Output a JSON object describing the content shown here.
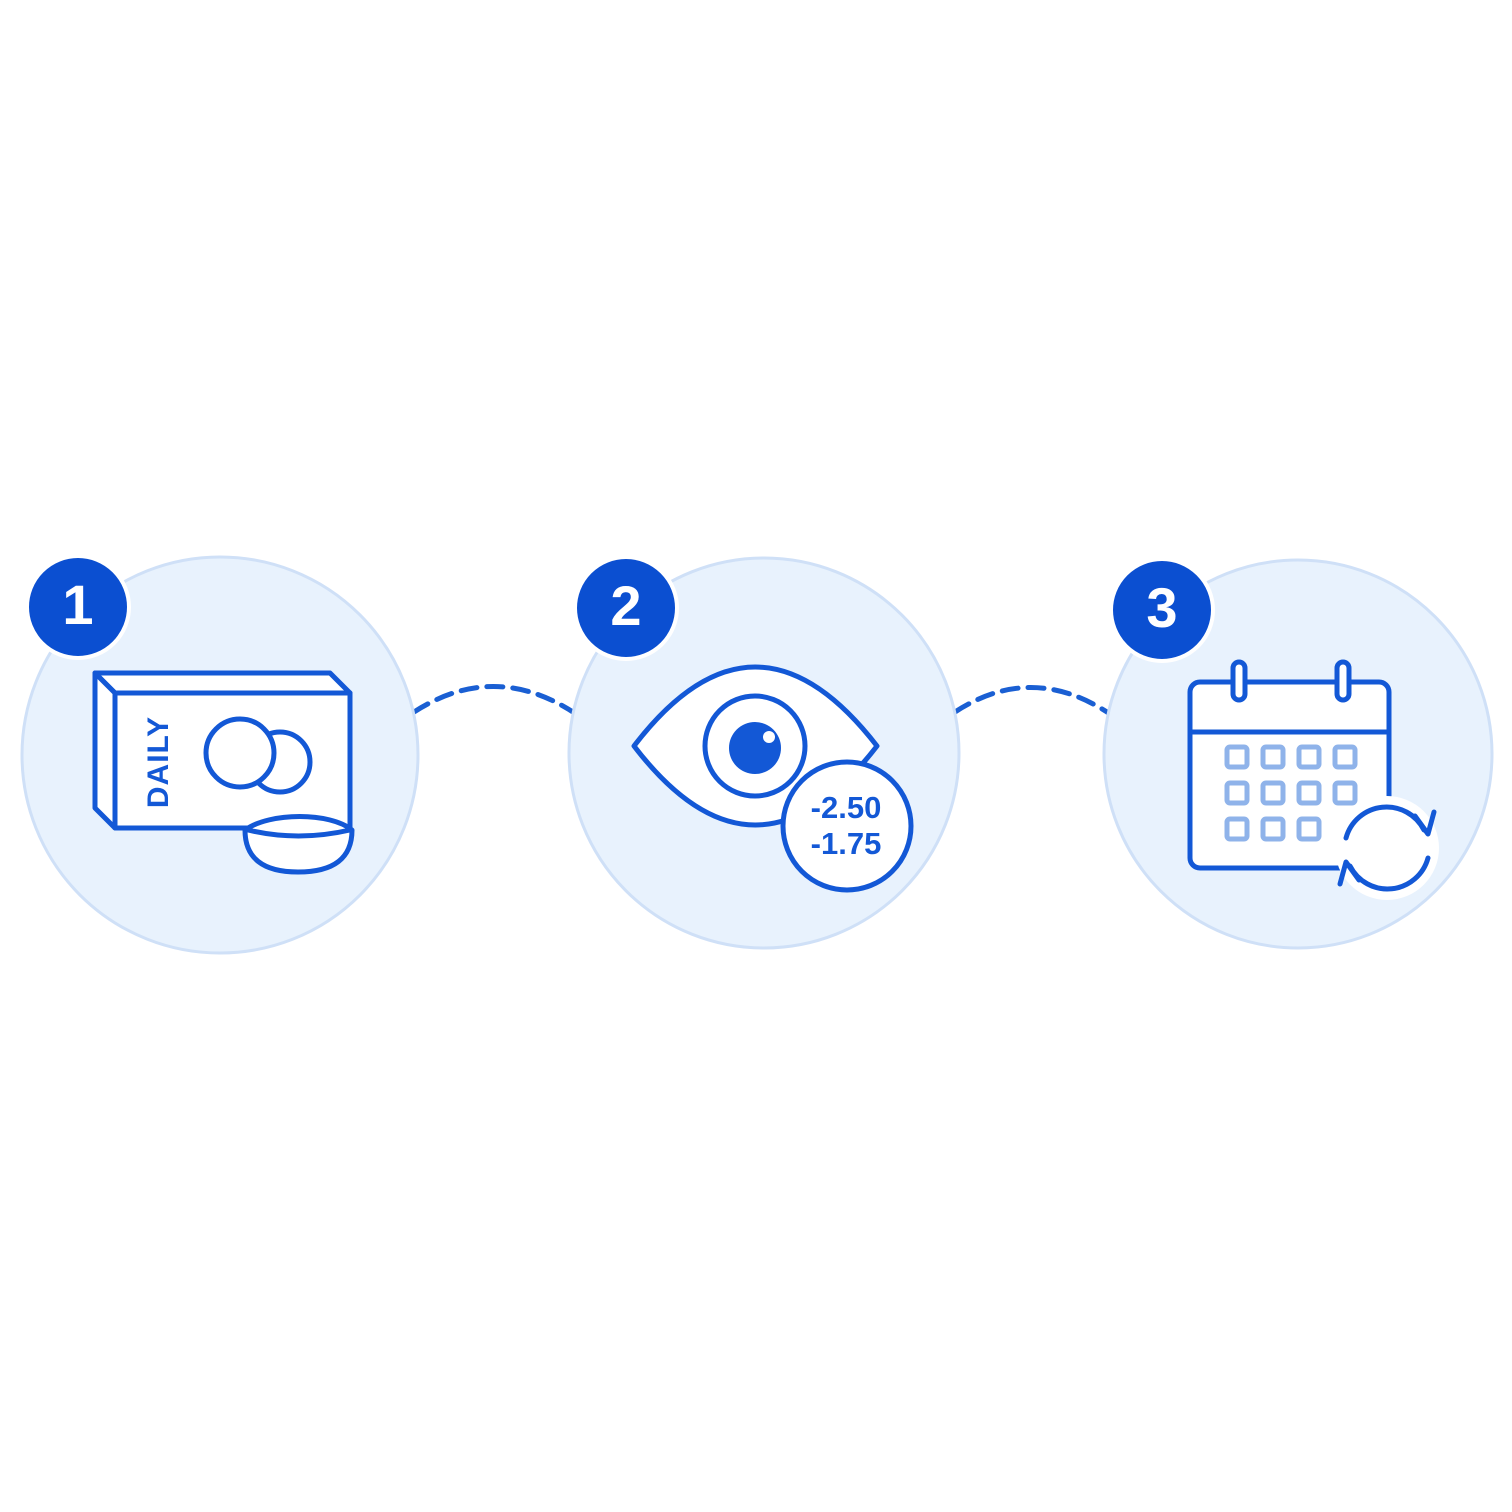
{
  "colors": {
    "primary": "#1358d6",
    "badge": "#0b4fd1",
    "circle_fill": "#e8f2fd",
    "circle_stroke": "#cfe0f7",
    "grid_squares": "#8fb3ea",
    "connector": "#1a5fd3"
  },
  "steps": [
    {
      "number": "1",
      "icon": "daily-lens-box-icon",
      "box_label": "DAILY"
    },
    {
      "number": "2",
      "icon": "eye-prescription-icon",
      "prescription": [
        "-2.50",
        "-1.75"
      ]
    },
    {
      "number": "3",
      "icon": "calendar-refresh-icon"
    }
  ]
}
